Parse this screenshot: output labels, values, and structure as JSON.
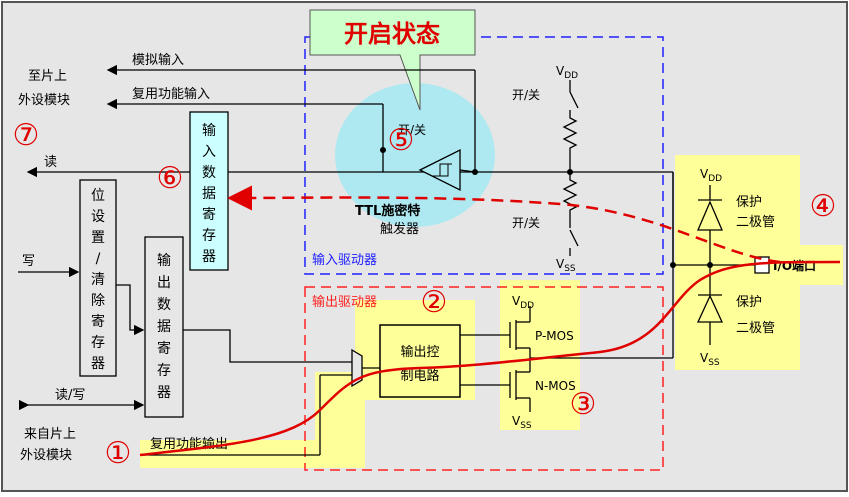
{
  "title": "开启状态",
  "colors": {
    "highlight": "#ffff99",
    "accent_red": "#e00000",
    "input_box": "#2020ff",
    "output_box": "#ff2020",
    "cyan_fill": "#aee9f2",
    "register_fill": "#ccffff",
    "background": "#e6e6e6"
  },
  "labels": {
    "analog_input": "模拟输入",
    "alt_func_input": "复用功能输入",
    "to_chip_periph_1": "至片上",
    "to_chip_periph_2": "外设模块",
    "read": "读",
    "write": "写",
    "read_write": "读/写",
    "from_chip_periph_1": "来自片上",
    "from_chip_periph_2": "外设模块",
    "alt_func_output": "复用功能输出",
    "input_data_reg": [
      "输",
      "入",
      "数",
      "据",
      "寄",
      "存",
      "器"
    ],
    "bit_set_reset_reg": [
      "位",
      "设",
      "置",
      "/",
      "清",
      "除",
      "寄",
      "存",
      "器"
    ],
    "output_data_reg": [
      "输",
      "出",
      "数",
      "据",
      "寄",
      "存",
      "器"
    ],
    "on_off": "开/关",
    "schmitt_1": "TTL施密特",
    "schmitt_2": "触发器",
    "input_driver": "输入驱动器",
    "output_driver": "输出驱动器",
    "output_ctrl_1": "输出控",
    "output_ctrl_2": "制电路",
    "pmos": "P-MOS",
    "nmos": "N-MOS",
    "vdd": "V",
    "vdd_sub": "DD",
    "vss": "V",
    "vss_sub": "SS",
    "protect_diode_1": "保护",
    "protect_diode_2": "二极管",
    "io_port": "I/O端口"
  },
  "markers": [
    "①",
    "②",
    "③",
    "④",
    "⑤",
    "⑥",
    "⑦"
  ]
}
